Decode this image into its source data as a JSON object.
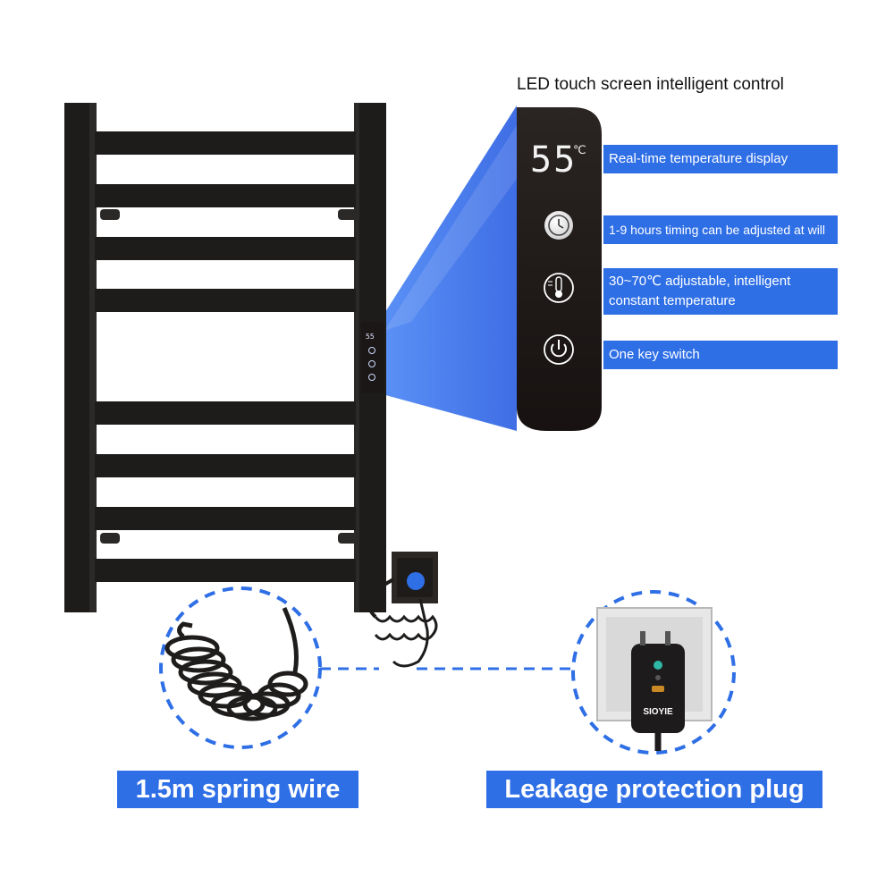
{
  "header": {
    "title": "LED touch screen intelligent control"
  },
  "control_panel": {
    "temperature_reading": "55",
    "temperature_unit": "℃",
    "small_reading": "55",
    "icons": [
      "clock-icon",
      "thermometer-icon",
      "power-icon"
    ]
  },
  "features": [
    {
      "label": "Real-time temperature display"
    },
    {
      "label": "1-9 hours timing can be adjusted at will"
    },
    {
      "label": "30~70℃ adjustable, intelligent constant temperature"
    },
    {
      "label": "One key switch"
    }
  ],
  "callouts": {
    "spring_wire": "1.5m spring wire",
    "leakage_plug": "Leakage protection plug"
  },
  "plug": {
    "brand": "SIOYIE"
  },
  "colors": {
    "accent": "#2f6fe6",
    "rail": "#1e1c1b",
    "panel": "#1f1a18"
  }
}
